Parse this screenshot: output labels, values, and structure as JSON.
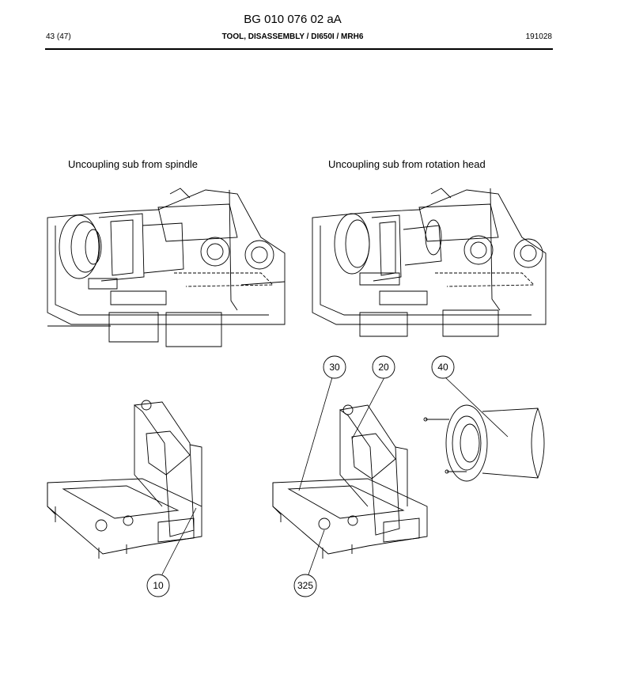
{
  "header": {
    "doc_id": "BG 010 076 02 aA",
    "page": "43 (47)",
    "title": "TOOL, DISASSEMBLY / DI650I / MRH6",
    "date": "191028"
  },
  "captions": {
    "left": "Uncoupling sub from spindle",
    "right": "Uncoupling sub from rotation head"
  },
  "callouts": {
    "c10": "10",
    "c325": "325",
    "c30": "30",
    "c20": "20",
    "c40": "40"
  }
}
